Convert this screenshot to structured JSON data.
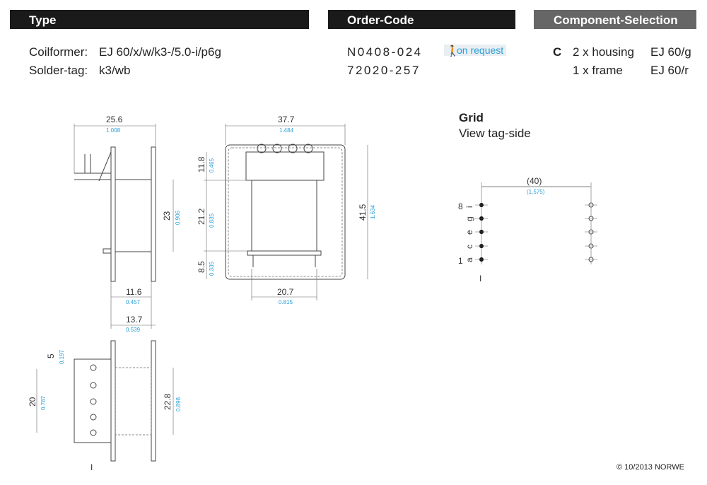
{
  "headers": {
    "type": "Type",
    "order_code": "Order-Code",
    "component_selection": "Component-Selection"
  },
  "type_rows": [
    {
      "label": "Coilformer:",
      "value": "EJ 60/x/w/k3-/5.0-i/p6g"
    },
    {
      "label": "Solder-tag:",
      "value": "k3/wb"
    }
  ],
  "order_codes": [
    "N0408-024",
    "72020-257"
  ],
  "on_request": "on request",
  "component": {
    "letter": "C",
    "items": [
      {
        "qty": "2 x housing",
        "part": "EJ 60/g"
      },
      {
        "qty": "1 x frame",
        "part": "EJ 60/r"
      }
    ]
  },
  "grid": {
    "title": "Grid",
    "subtitle": "View tag-side",
    "dim": "(40)",
    "dim_in": "(1.575)",
    "pin_numbers": [
      "8",
      "1"
    ],
    "pin_letters": [
      "i",
      "g",
      "e",
      "c",
      "a"
    ],
    "marker": "I"
  },
  "dims": {
    "d1": "25.6",
    "d1i": "1.008",
    "d2": "37.7",
    "d2i": "1.484",
    "d3": "11.8",
    "d3i": "0.465",
    "d4": "23",
    "d4i": "0.906",
    "d5": "21.2",
    "d5i": "0.835",
    "d6": "41.5",
    "d6i": "1.634",
    "d7": "8.5",
    "d7i": "0.335",
    "d8": "11.6",
    "d8i": "0.457",
    "d9": "20.7",
    "d9i": "0.815",
    "d10": "13.7",
    "d10i": "0.539",
    "d11": "5",
    "d11i": "0.197",
    "d12": "20",
    "d12i": "0.787",
    "d13": "22.8",
    "d13i": "0.898"
  },
  "bottom_marker": "I",
  "copyright": "© 10/2013 NORWE",
  "colors": {
    "header_dark": "#1a1a1a",
    "header_grey": "#666666",
    "accent": "#2a9fd8"
  }
}
